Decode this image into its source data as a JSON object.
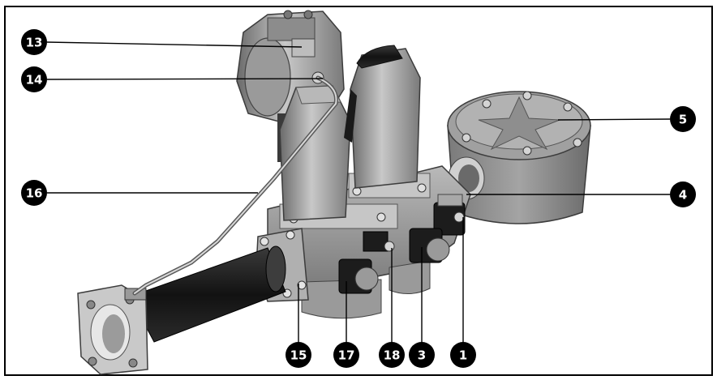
{
  "figure": {
    "frame_color": "#000000",
    "background": "#ffffff",
    "part_shades": [
      "#8f8f8f",
      "#6e6e6e",
      "#b5b5b5",
      "#d9d9d9",
      "#2a2a2a"
    ]
  },
  "callouts": [
    {
      "id": "c13",
      "label": "13"
    },
    {
      "id": "c14",
      "label": "14"
    },
    {
      "id": "c16",
      "label": "16"
    },
    {
      "id": "c5",
      "label": "5"
    },
    {
      "id": "c4",
      "label": "4"
    },
    {
      "id": "c15",
      "label": "15"
    },
    {
      "id": "c17",
      "label": "17"
    },
    {
      "id": "c18",
      "label": "18"
    },
    {
      "id": "c3",
      "label": "3"
    },
    {
      "id": "c1",
      "label": "1"
    }
  ]
}
